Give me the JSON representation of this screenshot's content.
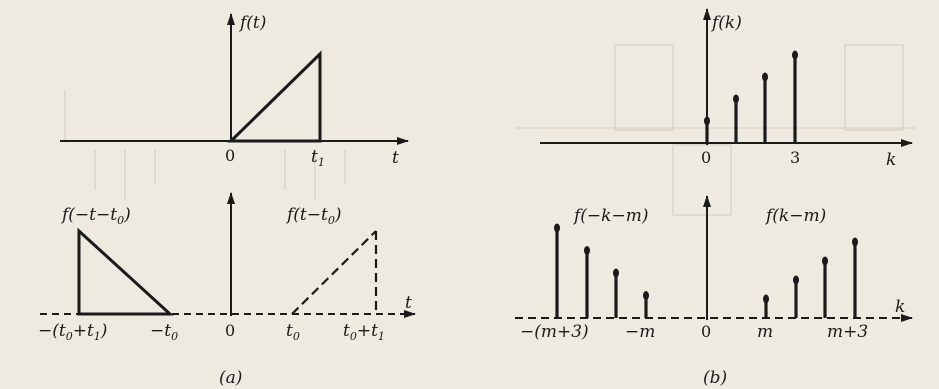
{
  "figure_a": {
    "caption": "(a)",
    "top": {
      "label": "f(t)",
      "axis_var": "t",
      "tick_zero": "0",
      "tick_t1": "t",
      "tick_t1_sub": "1"
    },
    "bottom": {
      "label_left": "f(−t−t",
      "label_left_sub": "0",
      "label_left_end": ")",
      "label_right": "f(t−t",
      "label_right_sub": "0",
      "label_right_end": ")",
      "axis_var": "t",
      "tick_left": "−(t",
      "tick_left_sub": "0",
      "tick_left_mid": "+t",
      "tick_left_sub2": "1",
      "tick_left_end": ")",
      "tick_neg_t0": "−t",
      "tick_neg_t0_sub": "0",
      "tick_zero": "0",
      "tick_t0": "t",
      "tick_t0_sub": "0",
      "tick_sum": "t",
      "tick_sum_sub": "0",
      "tick_sum_mid": "+t",
      "tick_sum_sub2": "1"
    }
  },
  "figure_b": {
    "caption": "(b)",
    "top": {
      "label": "f(k)",
      "axis_var": "k",
      "tick_zero": "0",
      "tick_three": "3",
      "stem_heights": [
        0.5,
        1.0,
        1.5,
        2.0
      ]
    },
    "bottom": {
      "label_left": "f(−k−m)",
      "label_right": "f(k−m)",
      "axis_var": "k",
      "tick_left": "−(m+3)",
      "tick_neg_m": "−m",
      "tick_zero": "0",
      "tick_m": "m",
      "tick_m3": "m+3",
      "left_stem_heights": [
        2.0,
        1.5,
        1.0,
        0.5
      ],
      "right_stem_heights": [
        0.5,
        1.0,
        1.5,
        2.0
      ]
    }
  }
}
